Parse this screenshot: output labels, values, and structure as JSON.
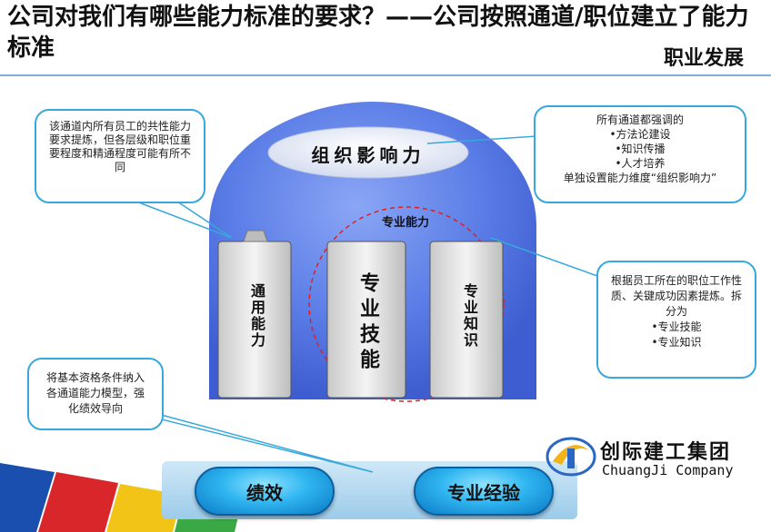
{
  "header": {
    "title": "公司对我们有哪些能力标准的要求？——公司按照通道/职位建立了能力标准",
    "subtitle": "职业发展"
  },
  "diagram": {
    "top_label": "组织影响力",
    "inner_label": "专业能力",
    "columns": [
      "通用能力",
      "专业技能",
      "专业知识"
    ],
    "bottom_pills": [
      "绩效",
      "专业经验"
    ]
  },
  "callouts": {
    "top_left": "该通道内所有员工的共性能力要求提炼，但各层级和职位重要程度和精通程度可能有所不同",
    "top_right": [
      "所有通道都强调的",
      "•方法论建设",
      "•知识传播",
      "•人才培养",
      "单独设置能力维度“组织影响力”"
    ],
    "right": [
      "根据员工所在的职位工作性质、关键成功因素提炼。拆分为",
      "•专业技能",
      "•专业知识"
    ],
    "bottom_left": "将基本资格条件纳入各通道能力模型，强化绩效导向"
  },
  "logo": {
    "name_cn": "创际建工集团",
    "name_en": "ChuangJi Company"
  },
  "colors": {
    "accent": "#37a8dc",
    "blob": "#5a7ce6",
    "circle": "#e02020"
  }
}
